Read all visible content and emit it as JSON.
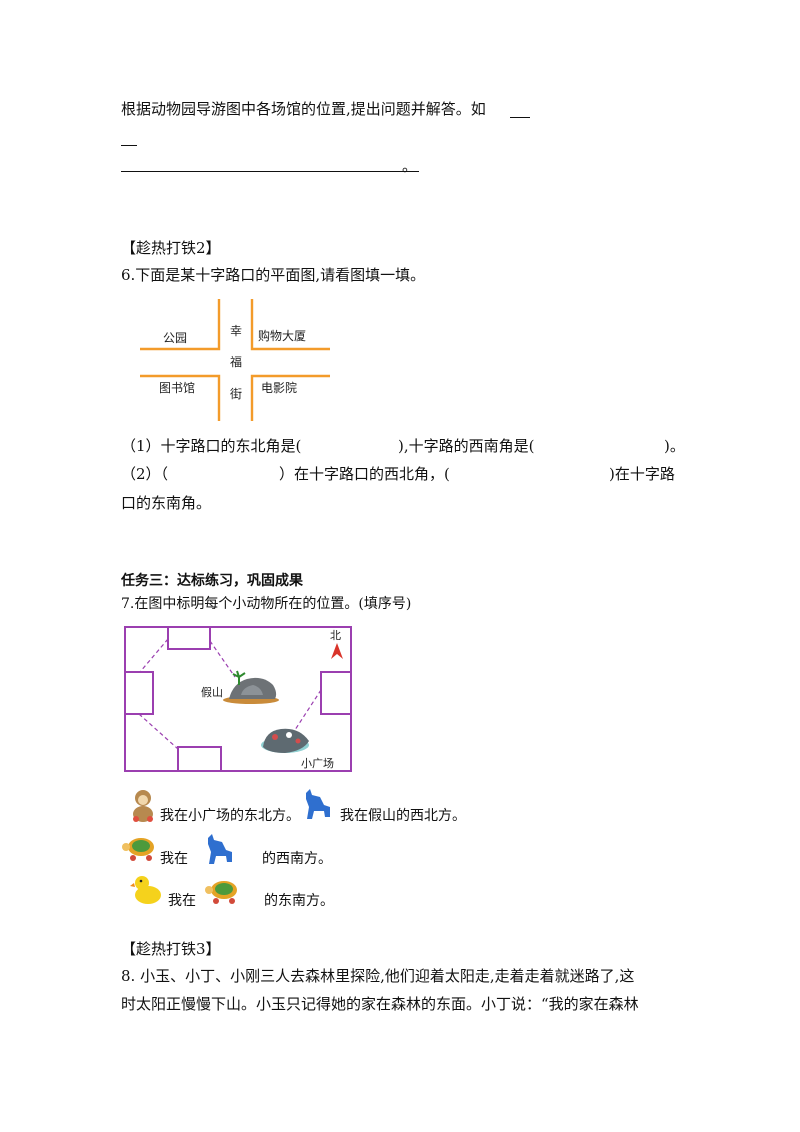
{
  "intro": {
    "line1": "根据动物园导游图中各场馆的位置,提出问题并解答。如",
    "period": "。"
  },
  "section2": {
    "heading": "【趁热打铁2】",
    "question": "6.下面是某十字路口的平面图,请看图填一填。",
    "map": {
      "park": "公园",
      "mall": "购物大厦",
      "library": "图书馆",
      "cinema": "电影院",
      "street": [
        "幸",
        "福",
        "街"
      ]
    },
    "q1": {
      "prefix": "（1）十字路口的东北角是(",
      "middle": "),十字路的西南角是(",
      "suffix": ")。"
    },
    "q2": {
      "open": "（2）（",
      "mid": "）在十字路口的西北角，(",
      "end": ")在十字路",
      "line2": "口的东南角。"
    }
  },
  "task3": {
    "heading": "任务三：达标练习，巩固成果",
    "question": "7.在图中标明每个小动物所在的位置。(填序号)",
    "map": {
      "north": "北",
      "rockery": "假山",
      "plaza": "小广场"
    },
    "s1a": "我在小广场的东北方。",
    "s1b": "我在假山的西北方。",
    "s2a": "我在",
    "s2b": "的西南方。",
    "s3a": "我在",
    "s3b": "的东南方。"
  },
  "section3": {
    "heading": "【趁热打铁3】",
    "line1": "8. 小玉、小丁、小刚三人去森林里探险,他们迎着太阳走,走着走着就迷路了,这",
    "line2": "时太阳正慢慢下山。小玉只记得她的家在森林的东面。小丁说：“我的家在森林"
  },
  "colors": {
    "orange": "#f39b2a",
    "purple": "#9b3fb0"
  }
}
